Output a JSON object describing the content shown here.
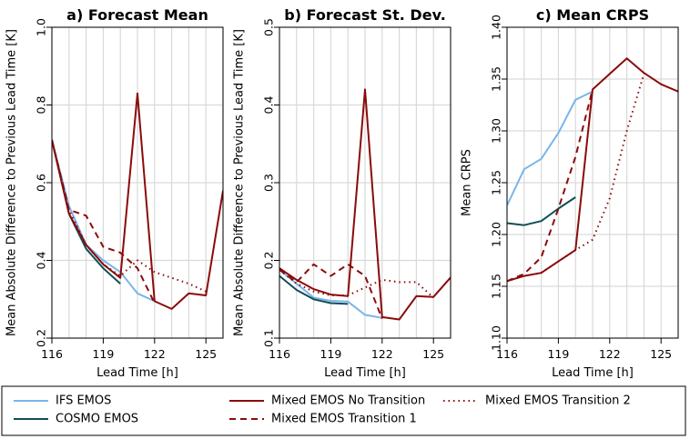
{
  "colors": {
    "ifs": "#79b5ea",
    "cosmo": "#0f4f55",
    "mixed": "#8b0a0a",
    "grid": "#d9d9d9"
  },
  "legend": {
    "items": [
      {
        "label": "IFS EMOS",
        "series": "ifs"
      },
      {
        "label": "COSMO EMOS",
        "series": "cosmo"
      },
      {
        "label": "Mixed EMOS No Transition",
        "series": "mixed"
      },
      {
        "label": "Mixed EMOS Transition 1",
        "series": "trans1"
      },
      {
        "label": "Mixed EMOS Transition 2",
        "series": "trans2"
      }
    ]
  },
  "chart_data": [
    {
      "type": "line",
      "title": "a) Forecast Mean",
      "xlabel": "Lead Time [h]",
      "ylabel": "Mean Absolute Difference to Previous Lead Time [K]",
      "xlim": [
        116,
        126
      ],
      "ylim": [
        0.2,
        1.0
      ],
      "xticks": [
        116,
        119,
        122,
        125
      ],
      "yticks": [
        0.2,
        0.4,
        0.6,
        0.8,
        1.0
      ],
      "ytick_labels": [
        "0.2",
        "0.4",
        "0.6",
        "0.8",
        "1.0"
      ],
      "grid": true,
      "series": [
        {
          "name": "IFS EMOS",
          "key": "ifs",
          "x": [
            116,
            117,
            118,
            119,
            120,
            121,
            122
          ],
          "y": [
            0.71,
            0.54,
            0.44,
            0.4,
            0.37,
            0.315,
            0.295
          ]
        },
        {
          "name": "COSMO EMOS",
          "key": "cosmo",
          "x": [
            116,
            117,
            118,
            119,
            120
          ],
          "y": [
            0.71,
            0.52,
            0.43,
            0.38,
            0.34
          ]
        },
        {
          "name": "Mixed EMOS Transition 1",
          "key": "trans1",
          "x": [
            116,
            117,
            118,
            119,
            120,
            121,
            122
          ],
          "y": [
            0.71,
            0.53,
            0.515,
            0.435,
            0.42,
            0.38,
            0.29
          ]
        },
        {
          "name": "Mixed EMOS Transition 2",
          "key": "trans2",
          "x": [
            116,
            117,
            118,
            119,
            120,
            121,
            122,
            123,
            124,
            125
          ],
          "y": [
            0.71,
            0.53,
            0.44,
            0.39,
            0.36,
            0.4,
            0.37,
            0.355,
            0.34,
            0.32
          ]
        },
        {
          "name": "Mixed EMOS No Transition",
          "key": "mixed",
          "x": [
            116,
            117,
            118,
            119,
            120,
            121,
            122,
            123,
            124,
            125,
            126
          ],
          "y": [
            0.71,
            0.52,
            0.44,
            0.39,
            0.355,
            0.83,
            0.295,
            0.275,
            0.315,
            0.31,
            0.58
          ]
        }
      ]
    },
    {
      "type": "line",
      "title": "b) Forecast St. Dev.",
      "xlabel": "Lead Time [h]",
      "ylabel": "Mean Absolute Difference to Previous Lead Time [K]",
      "xlim": [
        116,
        126
      ],
      "ylim": [
        0.1,
        0.5
      ],
      "xticks": [
        116,
        119,
        122,
        125
      ],
      "yticks": [
        0.1,
        0.2,
        0.3,
        0.4,
        0.5
      ],
      "ytick_labels": [
        "0.1",
        "0.2",
        "0.3",
        "0.4",
        "0.5"
      ],
      "grid": true,
      "series": [
        {
          "name": "IFS EMOS",
          "key": "ifs",
          "x": [
            116,
            117,
            118,
            119,
            120,
            121,
            122
          ],
          "y": [
            0.188,
            0.17,
            0.152,
            0.148,
            0.147,
            0.13,
            0.126
          ]
        },
        {
          "name": "COSMO EMOS",
          "key": "cosmo",
          "x": [
            116,
            117,
            118,
            119,
            120
          ],
          "y": [
            0.18,
            0.162,
            0.15,
            0.145,
            0.144
          ]
        },
        {
          "name": "Mixed EMOS Transition 1",
          "key": "trans1",
          "x": [
            116,
            117,
            118,
            119,
            120,
            121,
            122
          ],
          "y": [
            0.188,
            0.172,
            0.195,
            0.18,
            0.195,
            0.18,
            0.125
          ]
        },
        {
          "name": "Mixed EMOS Transition 2",
          "key": "trans2",
          "x": [
            116,
            117,
            118,
            119,
            120,
            121,
            122,
            123,
            124,
            125
          ],
          "y": [
            0.188,
            0.17,
            0.16,
            0.155,
            0.155,
            0.165,
            0.175,
            0.172,
            0.172,
            0.152
          ]
        },
        {
          "name": "Mixed EMOS No Transition",
          "key": "mixed",
          "x": [
            116,
            117,
            118,
            119,
            120,
            121,
            122,
            123,
            124,
            125,
            126
          ],
          "y": [
            0.19,
            0.175,
            0.163,
            0.156,
            0.154,
            0.42,
            0.127,
            0.124,
            0.154,
            0.153,
            0.178
          ]
        }
      ]
    },
    {
      "type": "line",
      "title": "c) Mean CRPS",
      "xlabel": "Lead Time [h]",
      "ylabel": "Mean CRPS",
      "xlim": [
        116,
        126
      ],
      "ylim": [
        1.1,
        1.4
      ],
      "xticks": [
        116,
        119,
        122,
        125
      ],
      "yticks": [
        1.1,
        1.15,
        1.2,
        1.25,
        1.3,
        1.35,
        1.4
      ],
      "ytick_labels": [
        "1.10",
        "1.15",
        "1.20",
        "1.25",
        "1.30",
        "1.35",
        "1.40"
      ],
      "grid": true,
      "series": [
        {
          "name": "IFS EMOS",
          "key": "ifs",
          "x": [
            116,
            117,
            118,
            119,
            120,
            121
          ],
          "y": [
            1.228,
            1.263,
            1.273,
            1.298,
            1.33,
            1.338
          ]
        },
        {
          "name": "COSMO EMOS",
          "key": "cosmo",
          "x": [
            116,
            117,
            118,
            119,
            120
          ],
          "y": [
            1.211,
            1.209,
            1.213,
            1.225,
            1.236
          ]
        },
        {
          "name": "Mixed EMOS Transition 1",
          "key": "trans1",
          "x": [
            116,
            117,
            118,
            119,
            120,
            121
          ],
          "y": [
            1.155,
            1.162,
            1.178,
            1.225,
            1.275,
            1.34
          ]
        },
        {
          "name": "Mixed EMOS Transition 2",
          "key": "trans2",
          "x": [
            116,
            117,
            118,
            119,
            120,
            121,
            122,
            123,
            124
          ],
          "y": [
            1.155,
            1.16,
            1.163,
            1.174,
            1.185,
            1.195,
            1.235,
            1.3,
            1.355
          ]
        },
        {
          "name": "Mixed EMOS No Transition",
          "key": "mixed",
          "x": [
            116,
            117,
            118,
            119,
            120,
            121,
            122,
            123,
            124,
            125,
            126
          ],
          "y": [
            1.155,
            1.16,
            1.163,
            1.174,
            1.185,
            1.34,
            1.355,
            1.37,
            1.356,
            1.345,
            1.338
          ]
        }
      ]
    }
  ]
}
